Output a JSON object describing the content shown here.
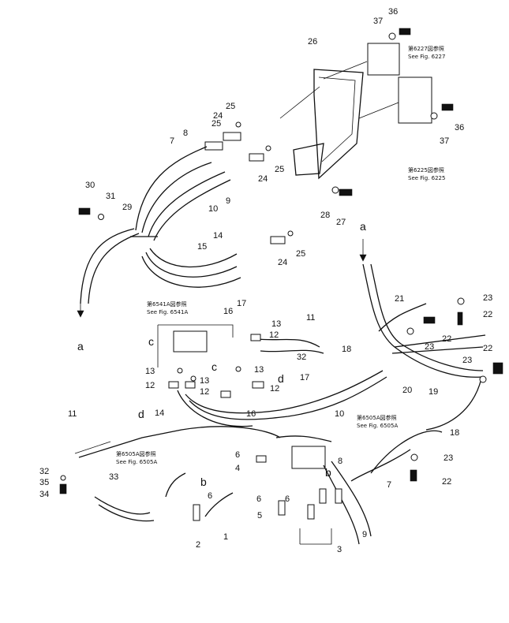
{
  "part_labels": [
    "36",
    "37",
    "26",
    "25",
    "24",
    "8",
    "7",
    "25",
    "24",
    "10",
    "9",
    "30",
    "31",
    "29",
    "28",
    "27",
    "14",
    "15",
    "17",
    "16",
    "24",
    "25",
    "13",
    "12",
    "11",
    "32",
    "18",
    "13",
    "12",
    "13",
    "12",
    "13",
    "12",
    "14",
    "16",
    "17",
    "21",
    "23",
    "22",
    "23",
    "22",
    "20",
    "22",
    "23",
    "19",
    "18",
    "10",
    "6",
    "4",
    "8",
    "7",
    "6",
    "6",
    "5",
    "3",
    "9",
    "11",
    "32",
    "35",
    "34",
    "33",
    "6",
    "2",
    "1",
    "23",
    "22",
    "36",
    "37",
    "25",
    "a",
    "a",
    "b",
    "b",
    "c",
    "c",
    "d",
    "d"
  ],
  "figure_refs": [
    {
      "jp": "第6227図参照",
      "en": "See Fig. 6227"
    },
    {
      "jp": "第6225図参照",
      "en": "See Fig. 6225"
    },
    {
      "jp": "第6541A図参照",
      "en": "See Fig. 6541A"
    },
    {
      "jp": "第6505A図参照",
      "en": "See Fig. 6505A"
    },
    {
      "jp": "第6505A図参照",
      "en": "See Fig. 6505A"
    }
  ],
  "colors": {
    "ink": "#111111",
    "paper": "#ffffff"
  }
}
